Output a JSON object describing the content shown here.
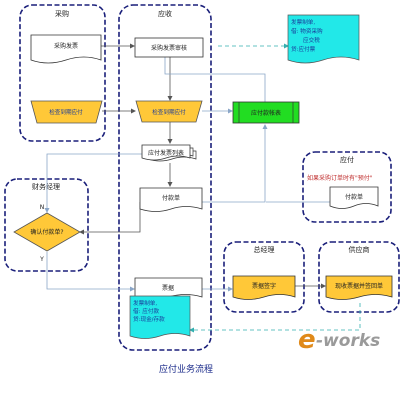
{
  "lanes": {
    "purchase": "采购",
    "receivable": "应收",
    "payable": "应付",
    "finance_manager": "财务经理",
    "general_manager": "总经理",
    "supplier": "供应商"
  },
  "nodes": {
    "purchase_invoice": "采购发票",
    "check_due": "检查到期应付",
    "purchase_invoice_review": "采购发票审核",
    "check_due_payable": "检查到期应付",
    "payable_invoice_list": "应付发票列表",
    "payment_slip": "付款单",
    "payable_aging": "应付款帐表",
    "confirm_payment": "确认付款单?",
    "receipt": "票据",
    "signature": "票据签字",
    "payable_notice_line1": "如果采购订单时有\"预付\"",
    "payable_notice_line2": "付款单",
    "supplier_cash": "现收票据并签回单"
  },
  "notes": {
    "top_right": [
      "发票制单,",
      "借: 物资采购",
      "应交税",
      "贷:应付票"
    ],
    "bottom_left": [
      "发票制单,",
      "借: 应付款",
      "贷:现金/存款"
    ]
  },
  "labels": {
    "no": "N",
    "yes": "Y"
  },
  "caption": "应付业务流程",
  "watermark": {
    "e": "e",
    "rest": "-works"
  },
  "colors": {
    "lane_border": "#1a1f7a",
    "yellow": "#ffc838",
    "green": "#22dd22",
    "cyan": "#22e8e8",
    "blue_text": "#1a3a9a"
  }
}
